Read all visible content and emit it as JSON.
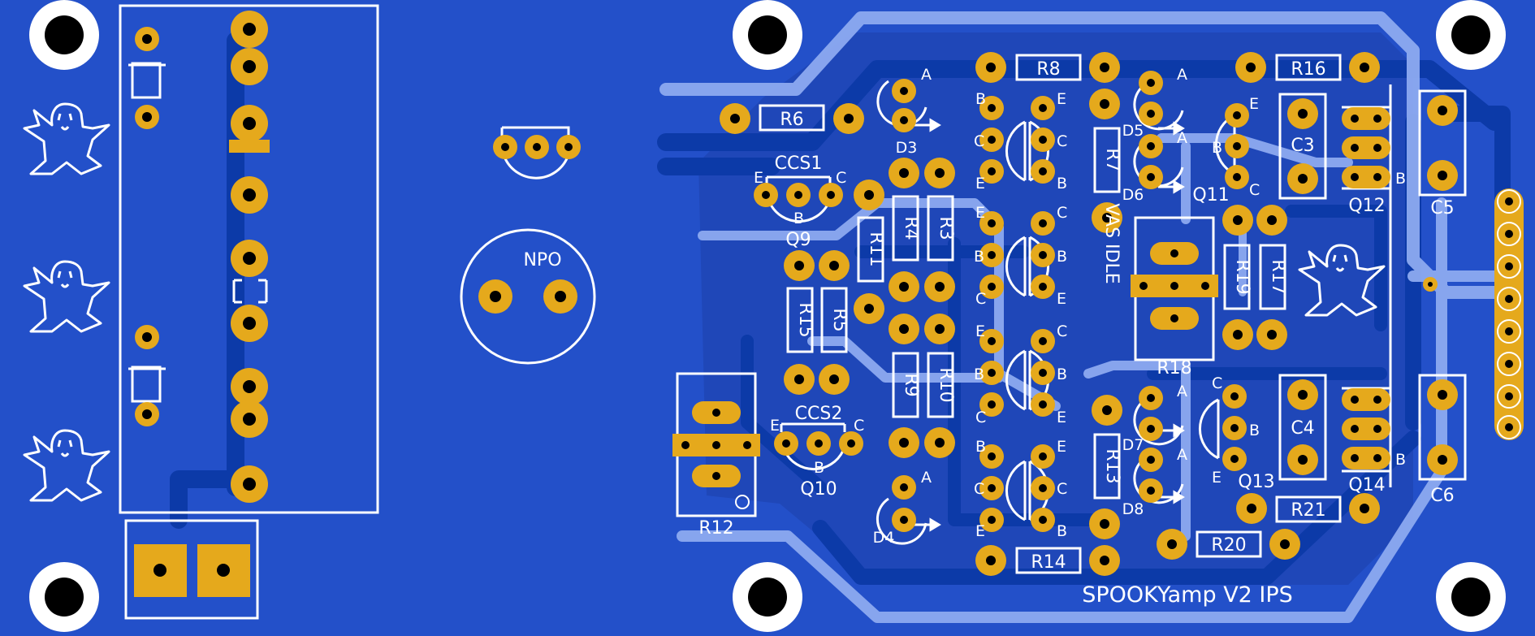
{
  "colors": {
    "board": "#2350c9",
    "copper_pour": "#1f47b8",
    "trace_top": "#8daaf0",
    "trace_bottom": "#0c3aa8",
    "pad": "#e5a91c",
    "silkscreen": "#ffffff",
    "drill": "#000000"
  },
  "icons": [
    "ghost-icon"
  ],
  "board_title": "SPOOKYamp V2 IPS",
  "vas_label": "VAS IDLE",
  "npo_label": "NPO",
  "labels": {
    "R6": "R6",
    "R8": "R8",
    "R16": "R16",
    "R7": "R7",
    "R4": "R4",
    "R3": "R3",
    "R11": "R11",
    "R15": "R15",
    "R5": "R5",
    "R9": "R9",
    "R10": "R10",
    "R12": "R12",
    "R13": "R13",
    "R14": "R14",
    "R18": "R18",
    "R19": "R19",
    "R17": "R17",
    "R20": "R20",
    "R21": "R21",
    "C3": "C3",
    "C4": "C4",
    "C5": "C5",
    "C6": "C6",
    "Q9": "Q9",
    "Q10": "Q10",
    "Q11": "Q11",
    "Q12": "Q12",
    "Q13": "Q13",
    "Q14": "Q14",
    "D3": "D3",
    "D4": "D4",
    "D5": "D5",
    "D6": "D6",
    "D7": "D7",
    "D8": "D8",
    "CCS1": "CCS1",
    "CCS2": "CCS2"
  },
  "pins": {
    "E": "E",
    "B": "B",
    "C": "C",
    "A": "A"
  }
}
